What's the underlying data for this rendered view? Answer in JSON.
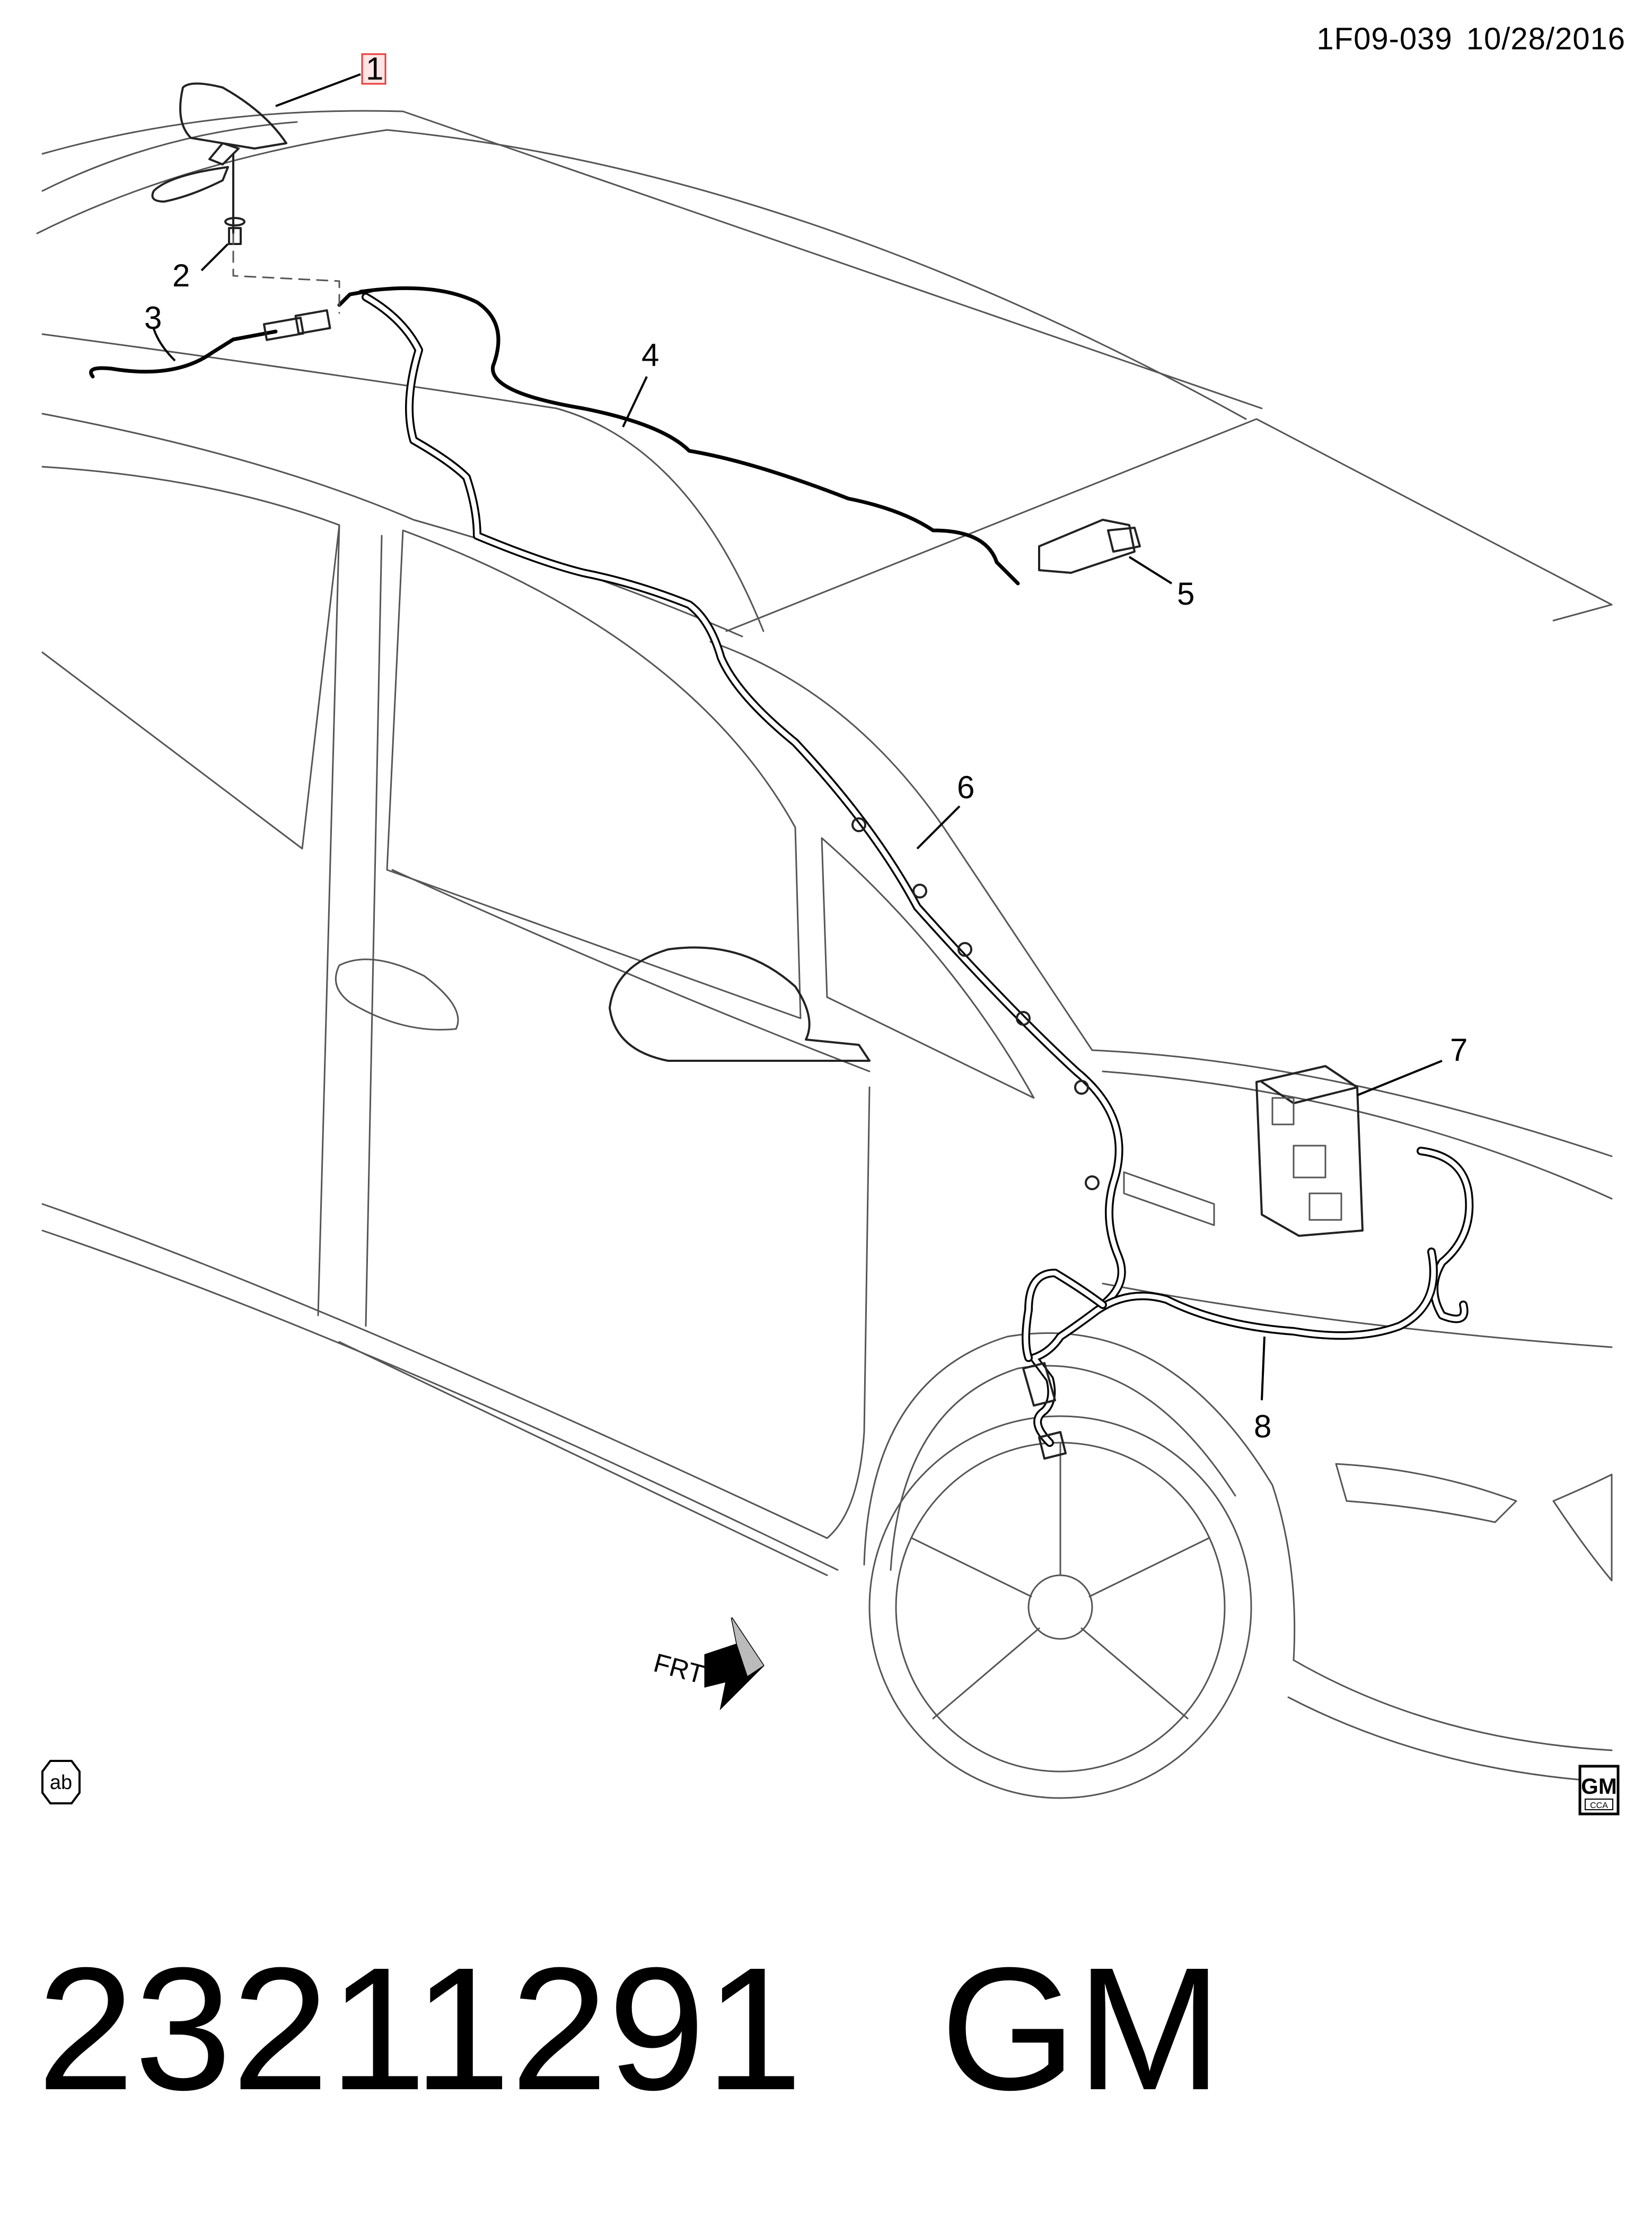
{
  "header": {
    "diagram_code": "1F09-039",
    "date": "10/28/2016"
  },
  "callouts": {
    "c1": "1",
    "c2": "2",
    "c3": "3",
    "c4": "4",
    "c5": "5",
    "c6": "6",
    "c7": "7",
    "c8": "8"
  },
  "markers": {
    "front_label": "FRT",
    "ab_symbol": "ab",
    "gm_logo_top": "GM",
    "gm_logo_bottom": "CCA"
  },
  "footer": {
    "part_number": "23211291",
    "brand": "GM"
  },
  "colors": {
    "callout_1_highlight": "#e83a3a"
  }
}
